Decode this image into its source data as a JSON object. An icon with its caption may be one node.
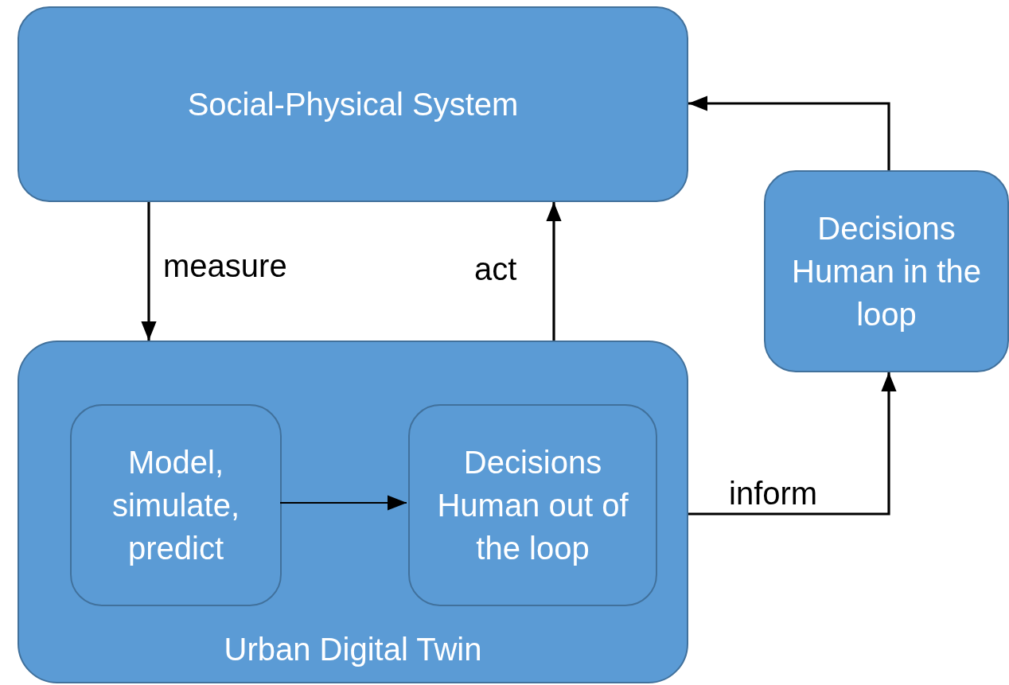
{
  "diagram": {
    "nodes": [
      {
        "text": [
          "Social-Physical System"
        ]
      },
      {
        "text": [
          "Urban Digital Twin"
        ]
      },
      {
        "text": [
          "Model, simulate, predict"
        ],
        "in": 1
      },
      {
        "text": [
          "Decisions Human out of the loop"
        ],
        "in": 1
      },
      {
        "text": [
          "Decisions Human in the loop"
        ]
      }
    ],
    "edges": [
      {
        "from": 0,
        "to": 1,
        "arrow": "to",
        "label": "measure"
      },
      {
        "from": 1,
        "to": 0,
        "arrow": "to",
        "label": "act"
      },
      {
        "from": 2,
        "to": 3,
        "arrow": "to"
      },
      {
        "from": 1,
        "to": 4,
        "arrow": "to",
        "label": "inform"
      },
      {
        "from": 4,
        "to": 0,
        "arrow": "to"
      }
    ]
  }
}
